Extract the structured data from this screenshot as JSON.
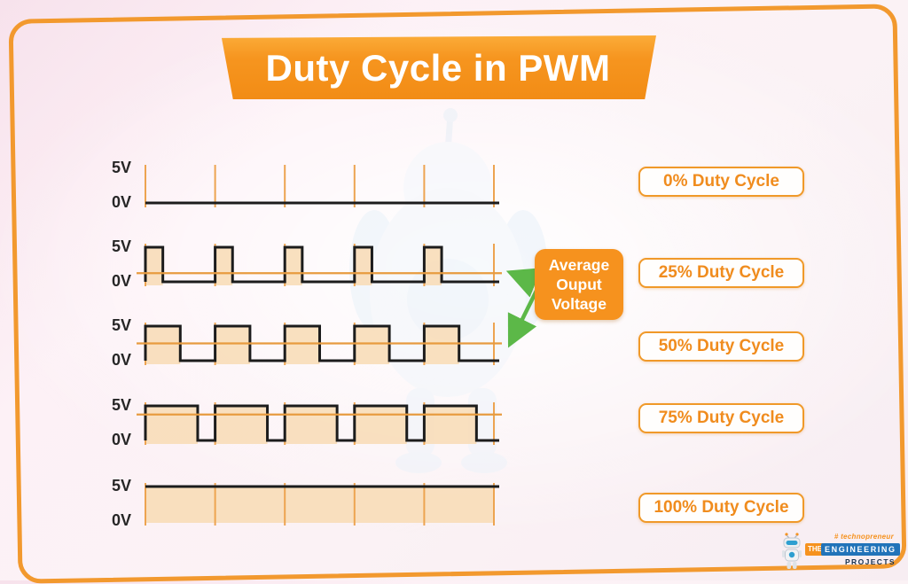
{
  "title": "Duty Cycle in PWM",
  "axis": {
    "high": "5V",
    "low": "0V"
  },
  "chart_data": {
    "type": "line",
    "title": "Duty Cycle in PWM",
    "description": "Five PWM waveforms over five periods each, high level 5V, low level 0V",
    "cycles_shown": 5,
    "high_voltage_v": 5,
    "low_voltage_v": 0,
    "series": [
      {
        "name": "0% Duty Cycle",
        "duty_percent": 0,
        "average_voltage_v": 0
      },
      {
        "name": "25% Duty Cycle",
        "duty_percent": 25,
        "average_voltage_v": 1.25
      },
      {
        "name": "50% Duty Cycle",
        "duty_percent": 50,
        "average_voltage_v": 2.5
      },
      {
        "name": "75% Duty Cycle",
        "duty_percent": 75,
        "average_voltage_v": 3.75
      },
      {
        "name": "100% Duty Cycle",
        "duty_percent": 100,
        "average_voltage_v": 5
      }
    ]
  },
  "plots": [
    {
      "duty_percent": 0,
      "label": "0% Duty Cycle",
      "show_average_line": false,
      "arrow_to_average": false
    },
    {
      "duty_percent": 25,
      "label": "25% Duty Cycle",
      "show_average_line": true,
      "arrow_to_average": true
    },
    {
      "duty_percent": 50,
      "label": "50% Duty Cycle",
      "show_average_line": true,
      "arrow_to_average": true
    },
    {
      "duty_percent": 75,
      "label": "75% Duty Cycle",
      "show_average_line": true,
      "arrow_to_average": false
    },
    {
      "duty_percent": 100,
      "label": "100% Duty Cycle",
      "show_average_line": false,
      "arrow_to_average": false
    }
  ],
  "annotation": {
    "lines": [
      "Average",
      "Ouput",
      "Voltage"
    ]
  },
  "logo": {
    "prefix": "THE",
    "name": "ENGINEERING",
    "suffix": "PROJECTS",
    "tagline": "# technopreneur"
  },
  "colors": {
    "accent_orange": "#f6921e",
    "grid_orange": "#eda451",
    "average_line_orange": "#e79b3f",
    "fill_peach": "#f8ddb8",
    "waveform_black": "#1c1c1c",
    "arrow_green": "#5cb848",
    "logo_blue": "#2173b9"
  }
}
